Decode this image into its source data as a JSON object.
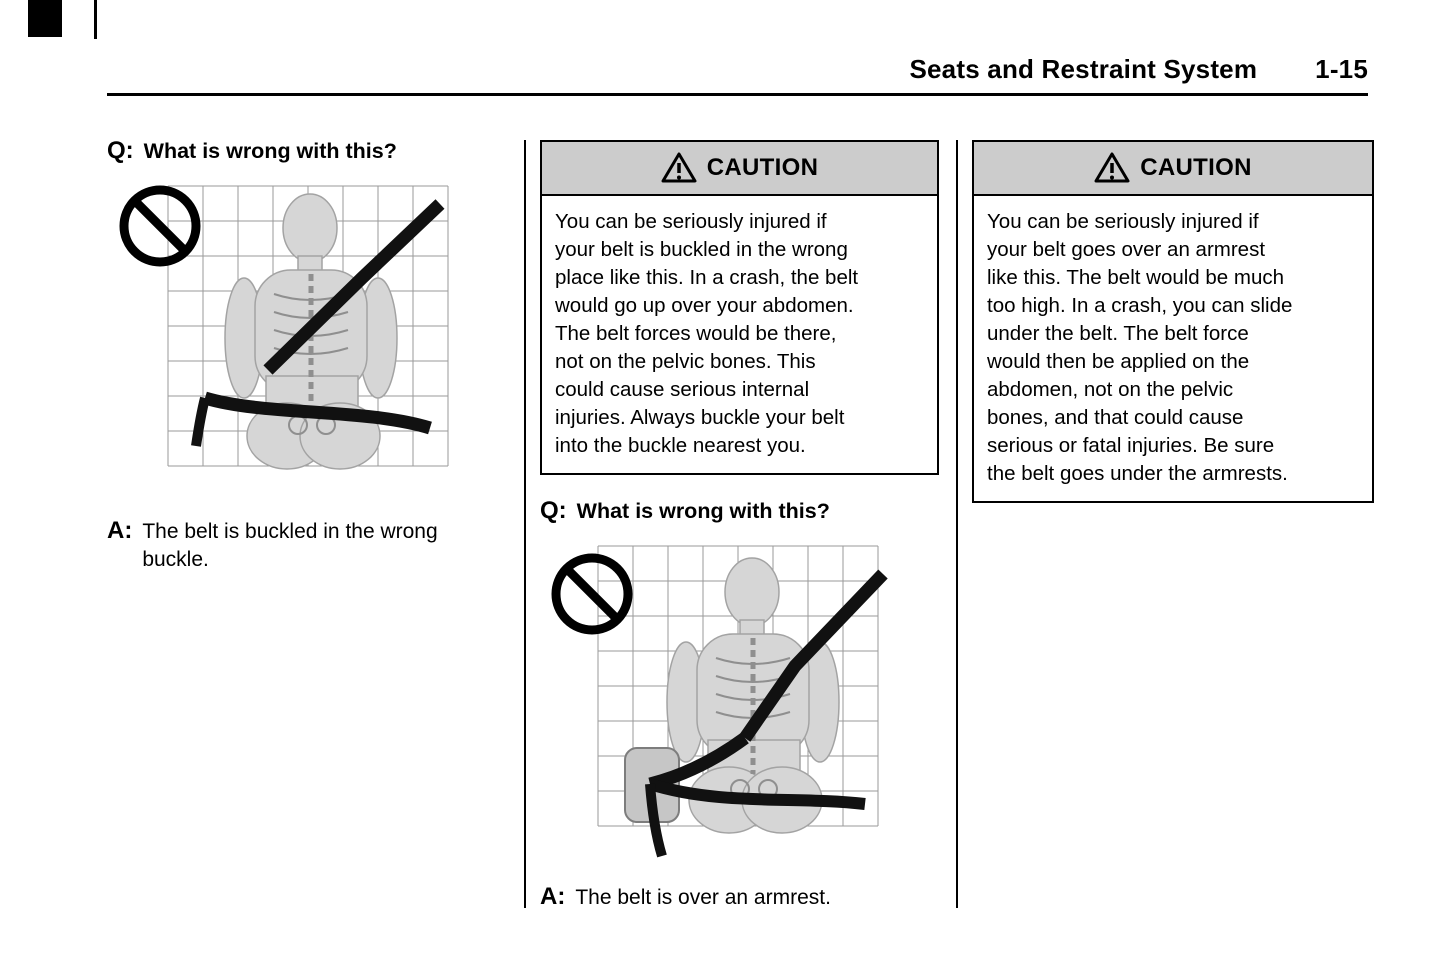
{
  "header": {
    "title": "Seats and Restraint System",
    "page_number": "1-15"
  },
  "colors": {
    "caution_header_bg": "#cccccc",
    "belt": "#111111"
  },
  "icons": {
    "caution": "warning-triangle-icon",
    "figure_overlay": "no-symbol-icon"
  },
  "left_column": {
    "q_label": "Q:",
    "question": "What is wrong with this?",
    "a_label": "A:",
    "answer": "The belt is buckled in the wrong\nbuckle.",
    "figure_description": "torso-skeleton-with-belt-buckled-in-wrong-buckle"
  },
  "middle_column": {
    "caution_title": "CAUTION",
    "caution_body": "You can be seriously injured if\nyour belt is buckled in the wrong\nplace like this. In a crash, the belt\nwould go up over your abdomen.\nThe belt forces would be there,\nnot on the pelvic bones. This\ncould cause serious internal\ninjuries. Always buckle your belt\ninto the buckle nearest you.",
    "q_label": "Q:",
    "question": "What is wrong with this?",
    "a_label": "A:",
    "answer": "The belt is over an armrest.",
    "figure_description": "torso-skeleton-with-belt-over-armrest"
  },
  "right_column": {
    "caution_title": "CAUTION",
    "caution_body": "You can be seriously injured if\nyour belt goes over an armrest\nlike this. The belt would be much\ntoo high. In a crash, you can slide\nunder the belt. The belt force\nwould then be applied on the\nabdomen, not on the pelvic\nbones, and that could cause\nserious or fatal injuries. Be sure\nthe belt goes under the armrests."
  }
}
